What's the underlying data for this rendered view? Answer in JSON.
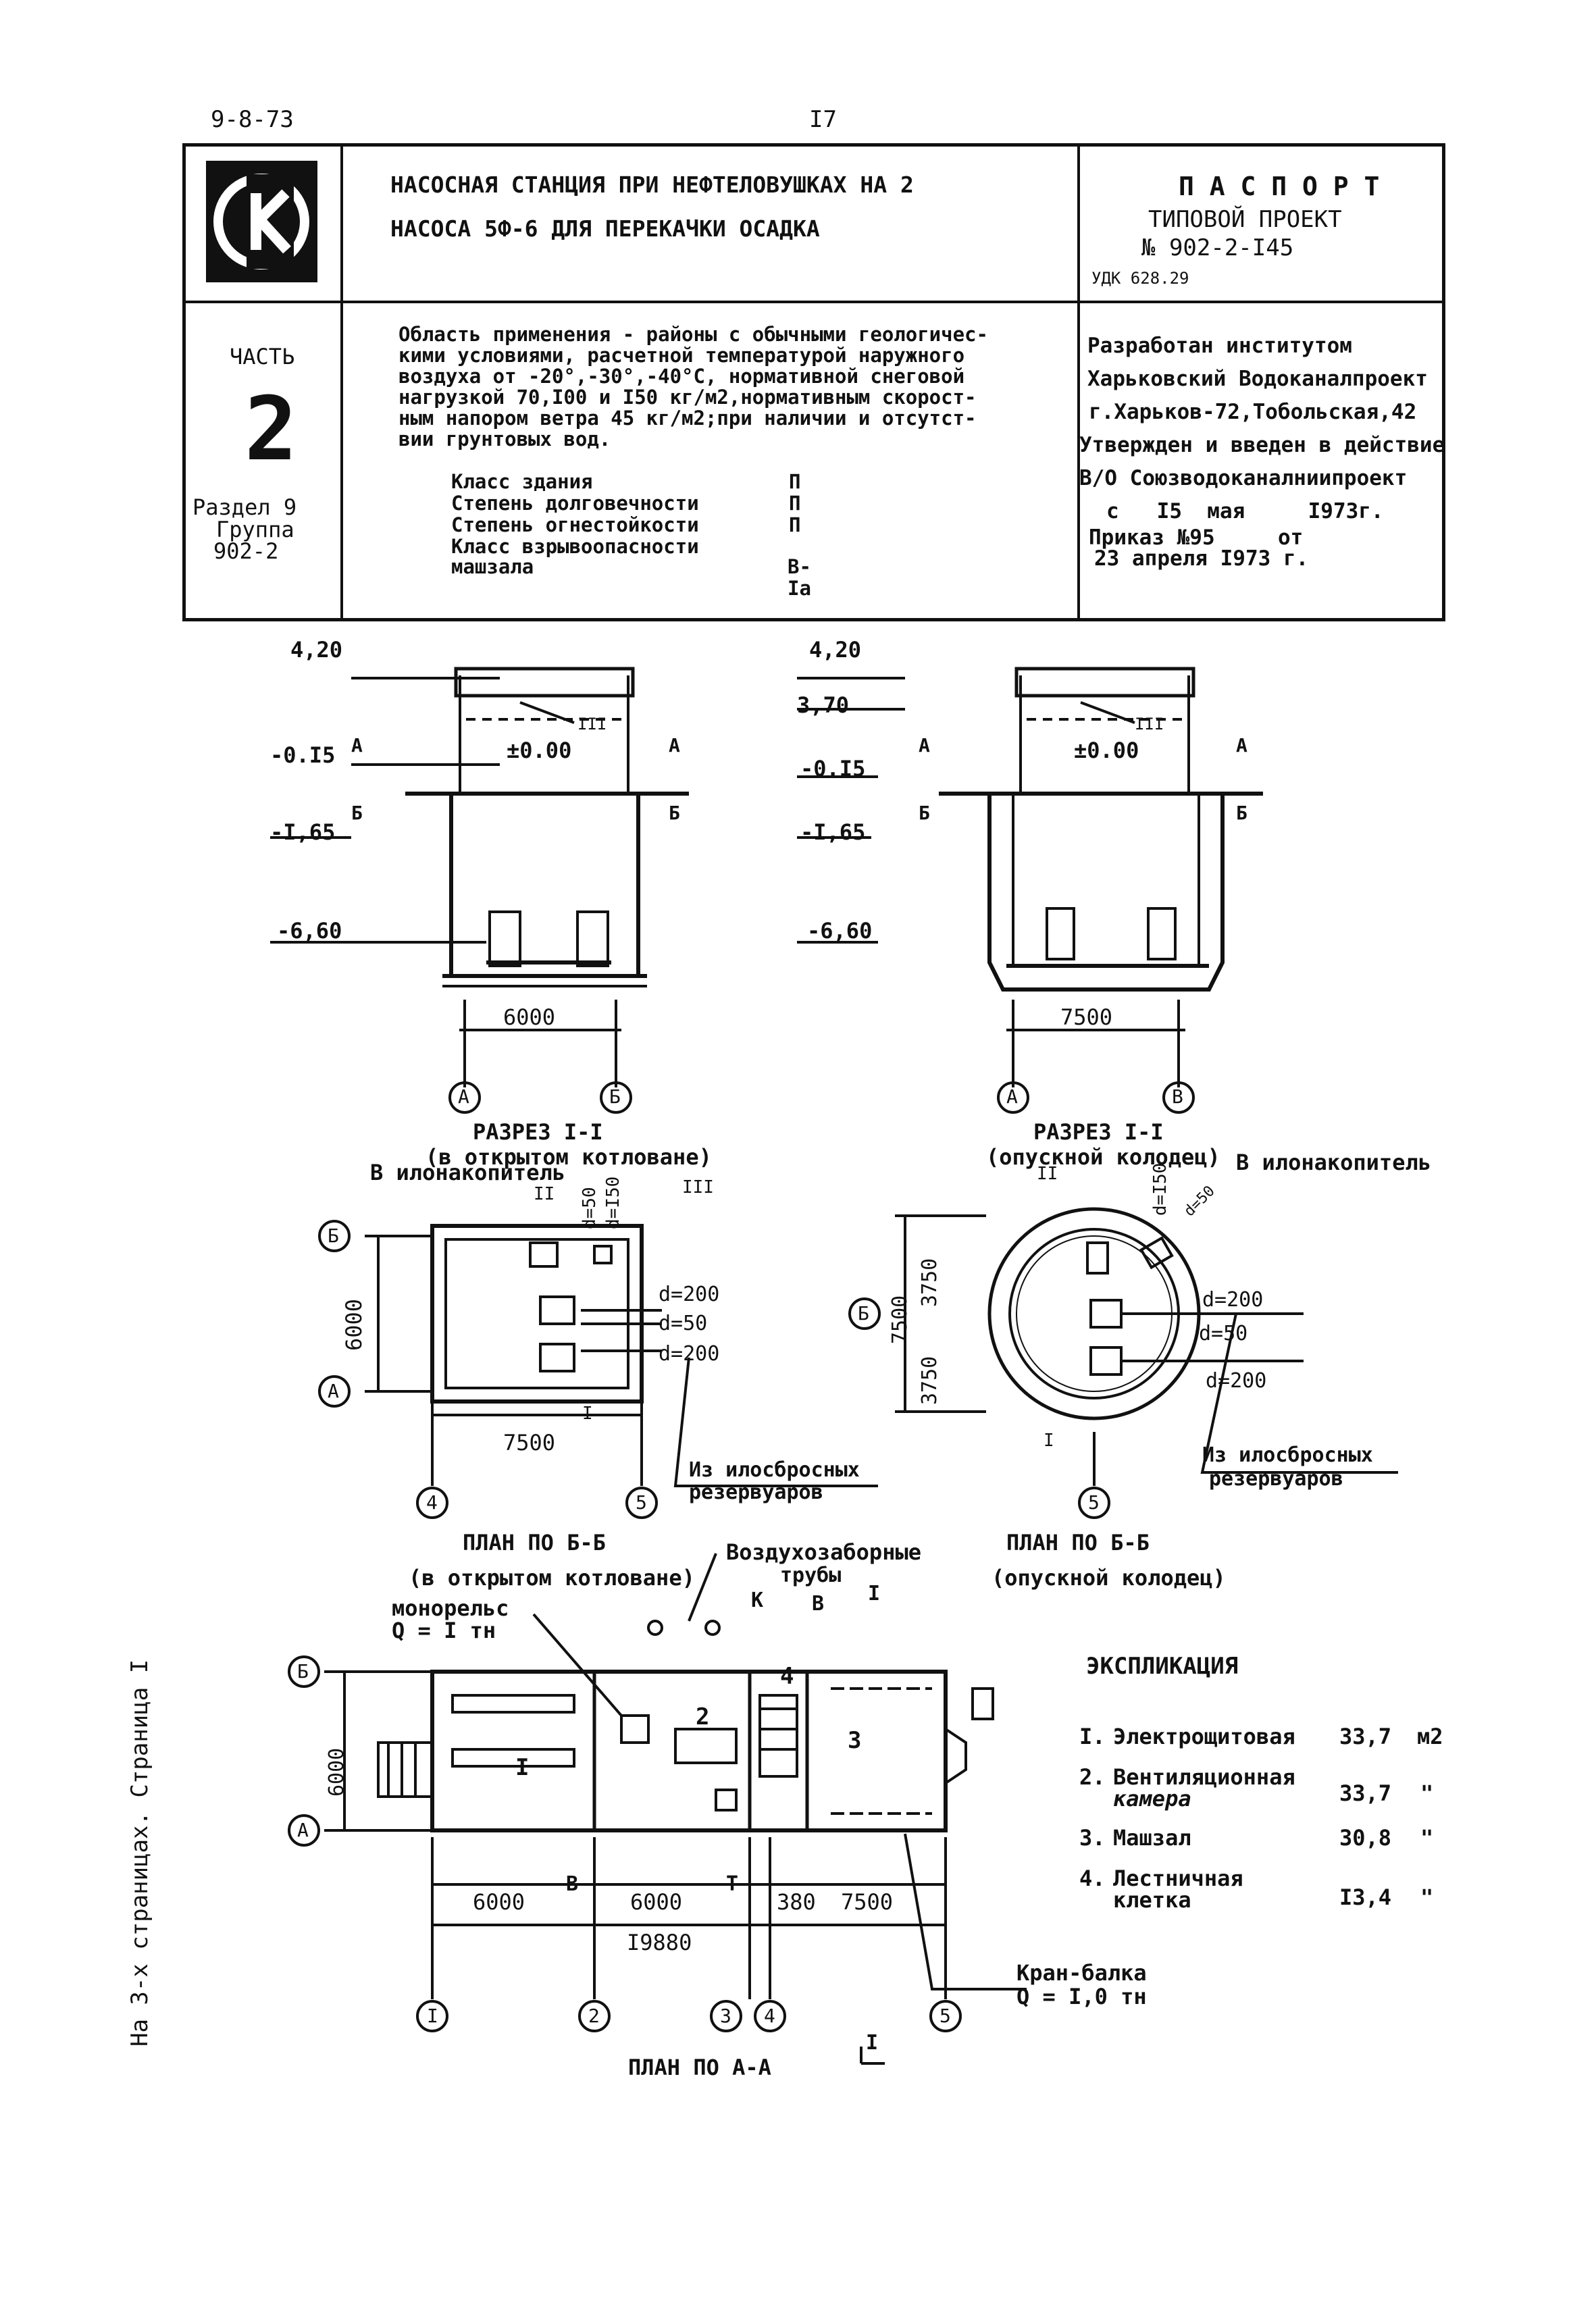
{
  "page": {
    "code": "9-8-73",
    "number": "I7",
    "side_note": "На 3-х страницах. Страница I"
  },
  "header": {
    "title_line1": "НАСОСНАЯ СТАНЦИЯ ПРИ НЕФТЕЛОВУШКАХ НА 2",
    "title_line2": "НАСОСА 5Ф-6 ДЛЯ ПЕРЕКАЧКИ ОСАДКА",
    "passport": "П А С П О Р Т",
    "project_type": "ТИПОВОЙ ПРОЕКТ",
    "project_number": "№ 902-2-I45",
    "udk": "УДК 628.29",
    "part_label": "ЧАСТЬ",
    "part_number": "2",
    "section": "Раздел 9",
    "group_label": "Группа",
    "group_number": "902-2",
    "scope_lines": [
      "Область применения - районы с обычными геологичес-",
      "кими условиями, расчетной температурой наружного",
      "воздуха от -20°,-30°,-40°С, нормативной снеговой",
      "нагрузкой 70,I00 и I50 кг/м2,нормативным скорост-",
      "ным напором ветра 45 кг/м2;при наличии и отсутст-",
      "вии грунтовых вод."
    ],
    "classes": [
      {
        "label": "Класс здания",
        "value": "П"
      },
      {
        "label": "Степень долговечности",
        "value": "П"
      },
      {
        "label": "Степень огнестойкости",
        "value": "П"
      },
      {
        "label": "Класс взрывоопасности",
        "value": ""
      },
      {
        "label": "машзала",
        "value": "В-Iа"
      }
    ],
    "developer_lines": [
      "Разработан институтом",
      "Харьковский Водоканалпроект",
      "г.Харьков-72,Тобольская,42",
      "Утвержден и введен в действие",
      "В/О Союзводоканалниипроект",
      "с   I5  мая     I973г.",
      "Приказ №95     от",
      "23 апреля I973 г."
    ]
  },
  "section_left": {
    "levels": [
      "4,20",
      "-0.I5",
      "-I,65",
      "-6,60"
    ],
    "zero": "±0.00",
    "width": "6000",
    "axes": [
      "А",
      "Б"
    ],
    "roman": "III",
    "cut_a": "А",
    "cut_b": "Б",
    "caption1": "РАЗРЕЗ I-I",
    "caption2": "(в открытом котловане)"
  },
  "section_right": {
    "levels": [
      "4,20",
      "3,70",
      "-0.I5",
      "-I,65",
      "-6,60"
    ],
    "zero": "±0.00",
    "width": "7500",
    "axes": [
      "А",
      "В"
    ],
    "roman": "III",
    "cut_a": "А",
    "cut_b": "Б",
    "caption1": "РАЗРЕЗ I-I",
    "caption2": "(опускной колодец)"
  },
  "plan_left": {
    "to_sludge": "В илонакопитель",
    "d50": "d=50",
    "d150": "d=I50",
    "pipes": [
      "d=200",
      "d=50",
      "d=200"
    ],
    "roman2": "II",
    "roman3": "III",
    "roman1": "I",
    "dim_h": "6000",
    "dim_w": "7500",
    "axes": [
      "Б",
      "А",
      "4",
      "5"
    ],
    "from_tanks1": "Из илосбросных",
    "from_tanks2": "резервуаров",
    "caption1": "ПЛАН ПО Б-Б",
    "caption2": "(в открытом котловане)"
  },
  "plan_right": {
    "to_sludge": "В илонакопитель",
    "d150": "d=I50",
    "d50": "d=50",
    "pipes": [
      "d=200",
      "d=50",
      "d=200"
    ],
    "roman2": "II",
    "roman1": "I",
    "dims": [
      "3750",
      "3750",
      "7500"
    ],
    "axes": [
      "Б",
      "5"
    ],
    "from_tanks1": "Из илосбросных",
    "from_tanks2": "резервуаров",
    "caption1": "ПЛАН ПО Б-Б",
    "caption2": "(опускной колодец)"
  },
  "plan_bottom": {
    "air_pipes1": "Воздухозаборные",
    "air_pipes2": "трубы",
    "monorail1": "монорельс",
    "monorail2": "Q = I тн",
    "crane1": "Кран-балка",
    "crane2": "Q = I,0 тн",
    "letters": [
      "К",
      "В",
      "I",
      "В",
      "Т",
      "I"
    ],
    "rooms": [
      "I",
      "2",
      "3",
      "4"
    ],
    "dim_h": "6000",
    "dims": [
      "6000",
      "6000",
      "380",
      "7500"
    ],
    "total": "I9880",
    "axes_rows": [
      "Б",
      "А"
    ],
    "axes_cols": [
      "I",
      "2",
      "3",
      "4",
      "5"
    ],
    "caption": "ПЛАН ПО А-А"
  },
  "explication": {
    "title": "ЭКСПЛИКАЦИЯ",
    "items": [
      {
        "num": "I.",
        "name": "Электрощитовая",
        "name2": "",
        "area": "33,7",
        "unit": "м2"
      },
      {
        "num": "2.",
        "name": "Вентиляционная",
        "name2": "камера",
        "area": "33,7",
        "unit": "\""
      },
      {
        "num": "3.",
        "name": "Машзал",
        "name2": "",
        "area": "30,8",
        "unit": "\""
      },
      {
        "num": "4.",
        "name": "Лестничная",
        "name2": "клетка",
        "area": "I3,4",
        "unit": "\""
      }
    ]
  }
}
